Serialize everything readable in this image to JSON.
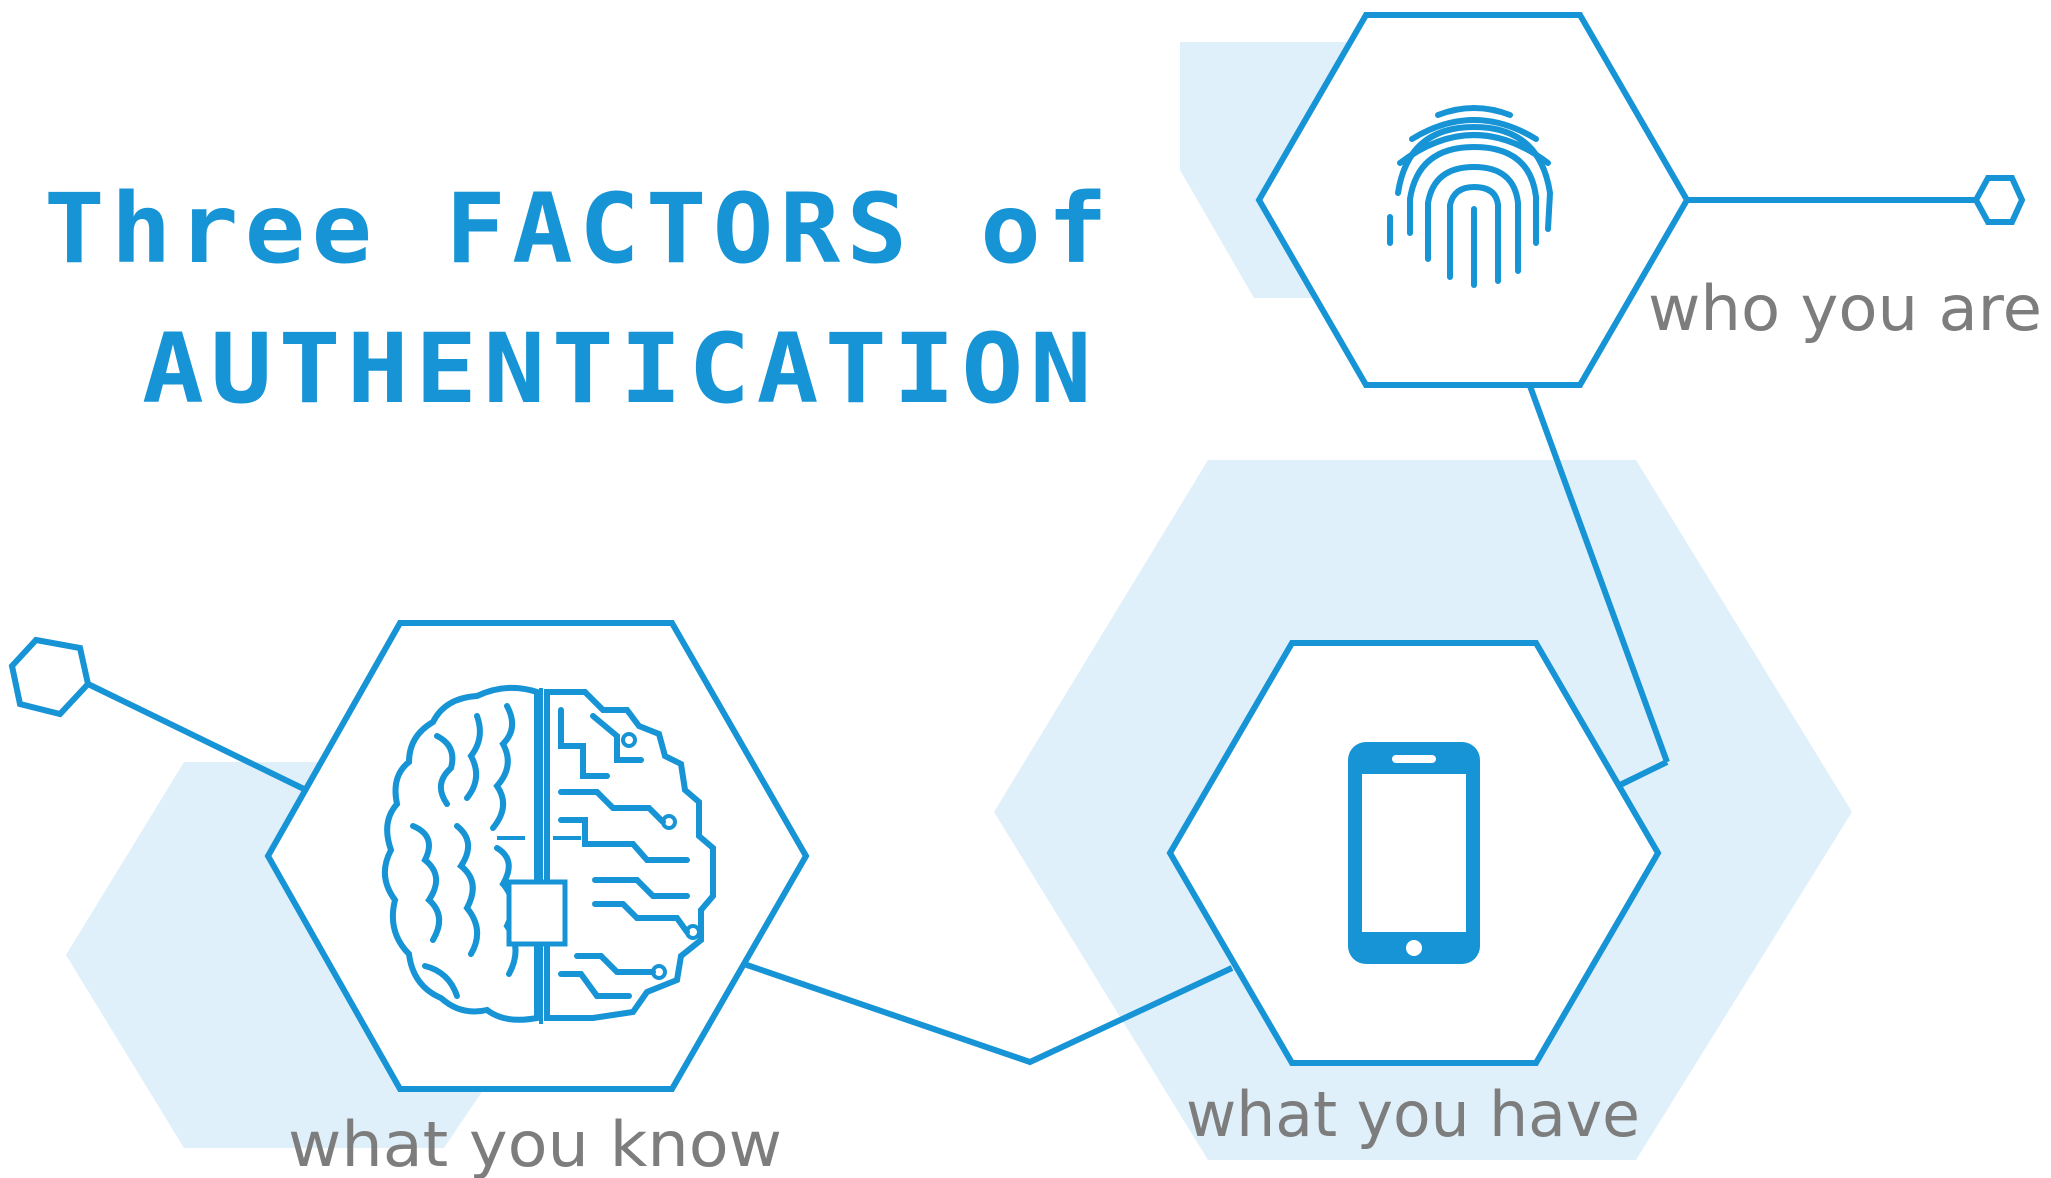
{
  "title": {
    "line1": "Three FACTORS of",
    "line2": "AUTHENTICATION"
  },
  "factors": [
    {
      "label": "who you are",
      "icon": "fingerprint-icon"
    },
    {
      "label": "what you have",
      "icon": "smartphone-icon"
    },
    {
      "label": "what you know",
      "icon": "brain-circuit-icon"
    }
  ],
  "colors": {
    "accent": "#1794d5",
    "background_hex": "#dff0fa",
    "caption": "#7d7d7d"
  }
}
